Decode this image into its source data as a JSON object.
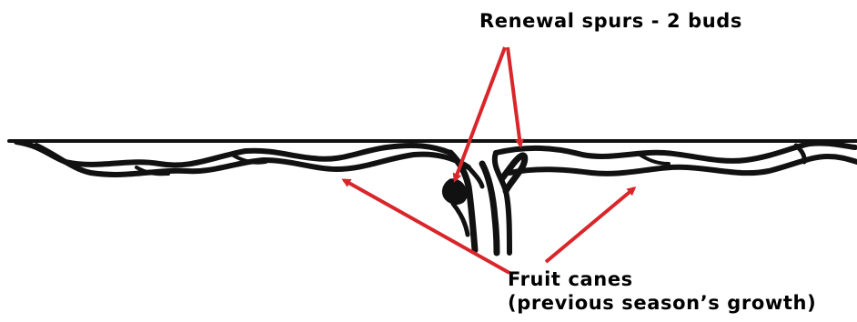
{
  "labels": {
    "renewal_spurs": "Renewal spurs - 2 buds",
    "fruit_canes_line1": "Fruit canes",
    "fruit_canes_line2": "(previous season’s growth)"
  },
  "colors": {
    "arrow": "#d9262b",
    "vine": "#111111",
    "wire": "#111111"
  }
}
